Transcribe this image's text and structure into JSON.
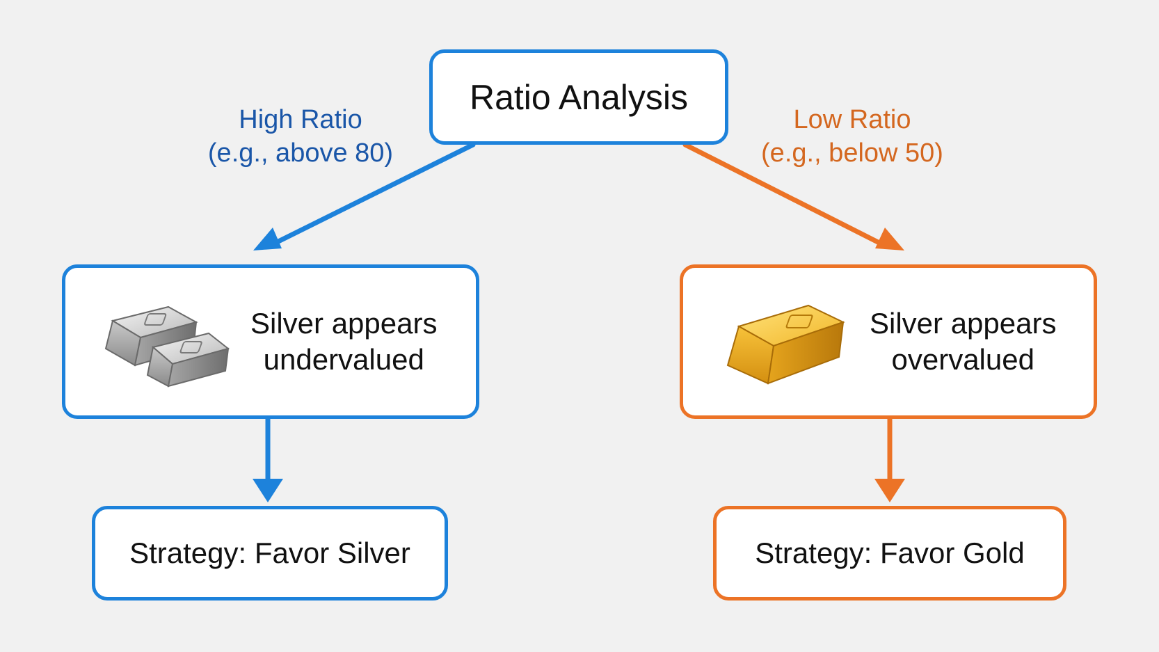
{
  "root": {
    "title": "Ratio Analysis"
  },
  "branches": {
    "high": {
      "label": "High Ratio",
      "example": "(e.g., above 80)",
      "outcome_line1": "Silver appears",
      "outcome_line2": "undervalued",
      "strategy": "Strategy: Favor Silver",
      "icon": "silver-bars-icon",
      "color": "#1d82db"
    },
    "low": {
      "label": "Low Ratio",
      "example": "(e.g., below 50)",
      "outcome_line1": "Silver appears",
      "outcome_line2": "overvalued",
      "strategy": "Strategy: Favor Gold",
      "icon": "gold-bar-icon",
      "color": "#ec7326"
    }
  }
}
